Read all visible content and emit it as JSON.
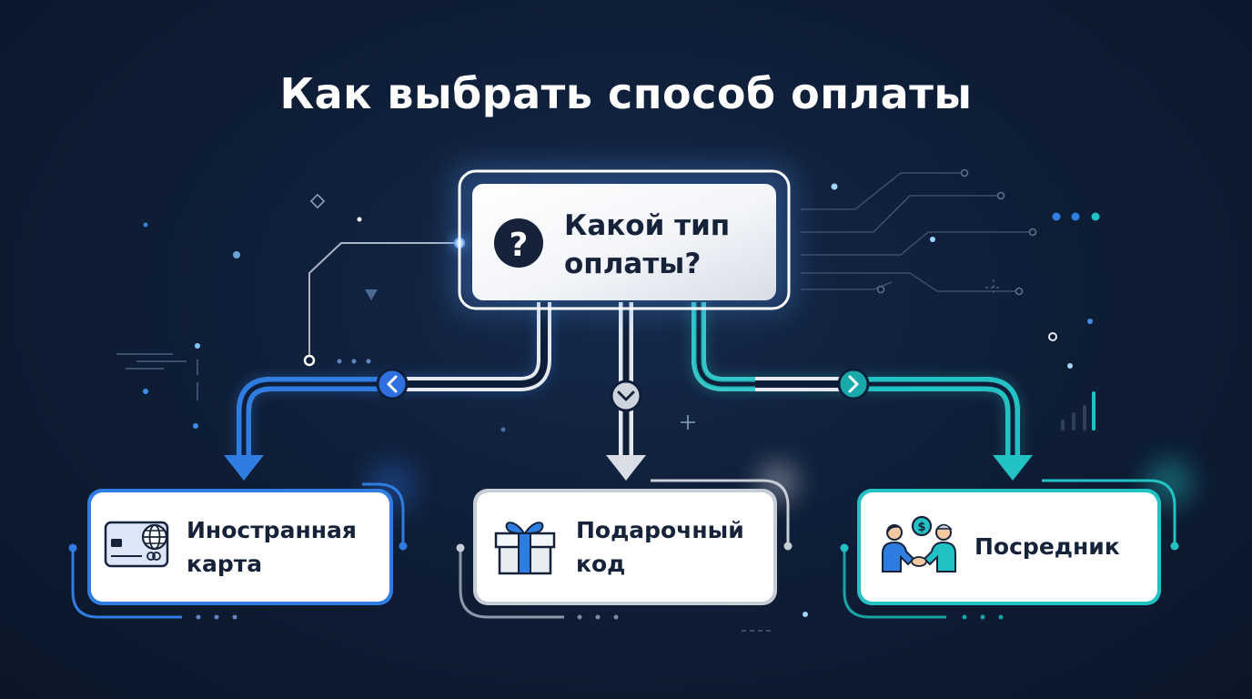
{
  "title": "Как выбрать способ оплаты",
  "question": {
    "icon": "question-mark-icon",
    "lines": [
      "Какой тип",
      "оплаты?"
    ]
  },
  "options": [
    {
      "id": "foreign-card",
      "icon": "credit-card-globe-icon",
      "lines": [
        "Иностранная",
        "карта"
      ],
      "color": "#2f7de1"
    },
    {
      "id": "gift-code",
      "icon": "gift-box-icon",
      "lines": [
        "Подарочный",
        "код"
      ],
      "color": "#c7cdd6"
    },
    {
      "id": "intermediary",
      "icon": "handshake-money-icon",
      "lines": [
        "Посредник"
      ],
      "color": "#22c1c3"
    }
  ],
  "colors": {
    "background": "#0f1e38",
    "blue": "#2f7de1",
    "gray": "#c7cdd6",
    "teal": "#22c1c3",
    "box_fill": "#ffffff",
    "text_dark": "#15223a"
  }
}
